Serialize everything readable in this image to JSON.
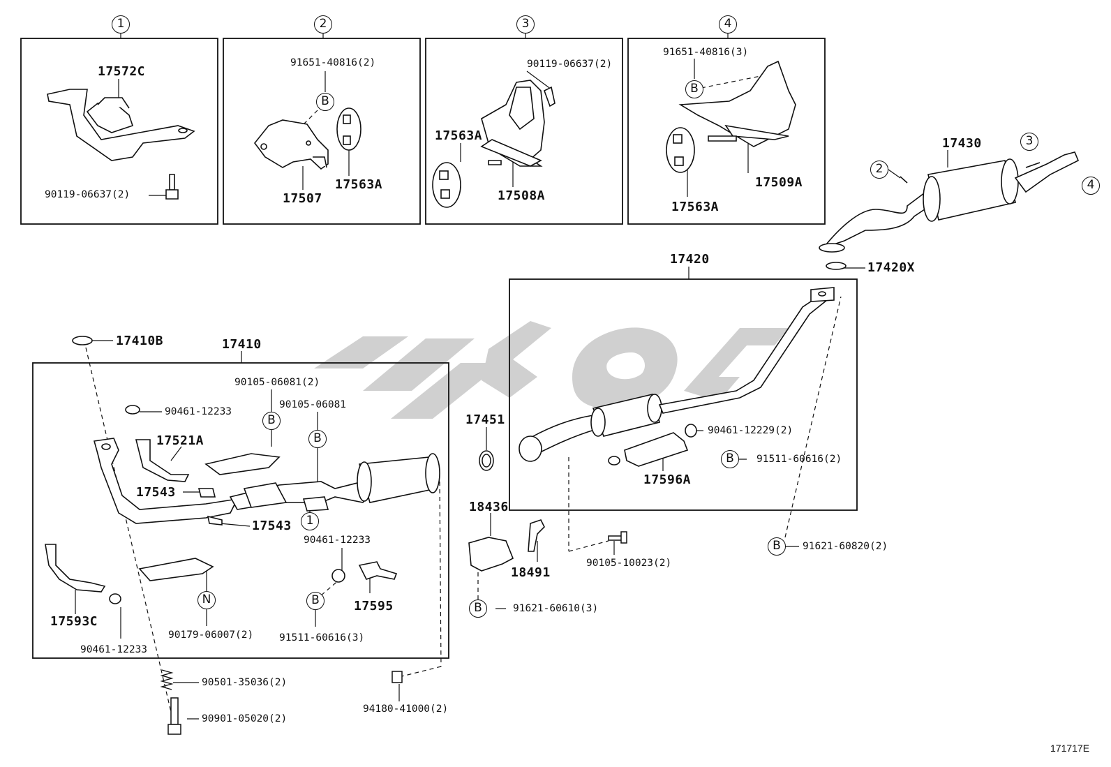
{
  "inset_numbers": {
    "one": "1",
    "two": "2",
    "three": "3",
    "four": "4"
  },
  "callout_letters": {
    "b": "B",
    "n": "N",
    "one": "1",
    "two": "2",
    "three": "3",
    "four": "4"
  },
  "parts": {
    "p17572C": "17572C",
    "p90119_06637_2a": "90119-06637(2)",
    "p91651_40816_2": "91651-40816(2)",
    "p17507": "17507",
    "p17563A_a": "17563A",
    "p90119_06637_2b": "90119-06637(2)",
    "p17563A_b": "17563A",
    "p17508A": "17508A",
    "p91651_40816_3": "91651-40816(3)",
    "p17509A": "17509A",
    "p17563A_c": "17563A",
    "p17430": "17430",
    "p17420X": "17420X",
    "p17420": "17420",
    "p17410B": "17410B",
    "p17410": "17410",
    "p90105_06081_2": "90105-06081(2)",
    "p90105_06081": "90105-06081",
    "p90461_12233_a": "90461-12233",
    "p17521A": "17521A",
    "p17543_a": "17543",
    "p17543_b": "17543",
    "p90461_12233_b": "90461-12233",
    "p17595": "17595",
    "p91511_60616_3": "91511-60616(3)",
    "p90179_06007_2": "90179-06007(2)",
    "p17593C": "17593C",
    "p90461_12233_c": "90461-12233",
    "p90501_35036_2": "90501-35036(2)",
    "p90901_05020_2": "90901-05020(2)",
    "p94180_41000_2": "94180-41000(2)",
    "p17451": "17451",
    "p18436": "18436",
    "p18491": "18491",
    "p91621_60610_3": "91621-60610(3)",
    "p90105_10023_2": "90105-10023(2)",
    "p90461_12229_2": "90461-12229(2)",
    "p91511_60616_2": "91511-60616(2)",
    "p17596A": "17596A",
    "p91621_60820_2": "91621-60820(2)"
  },
  "figure_code": "171717E",
  "watermark_color": "#c8c8c8",
  "line_color": "#111111"
}
